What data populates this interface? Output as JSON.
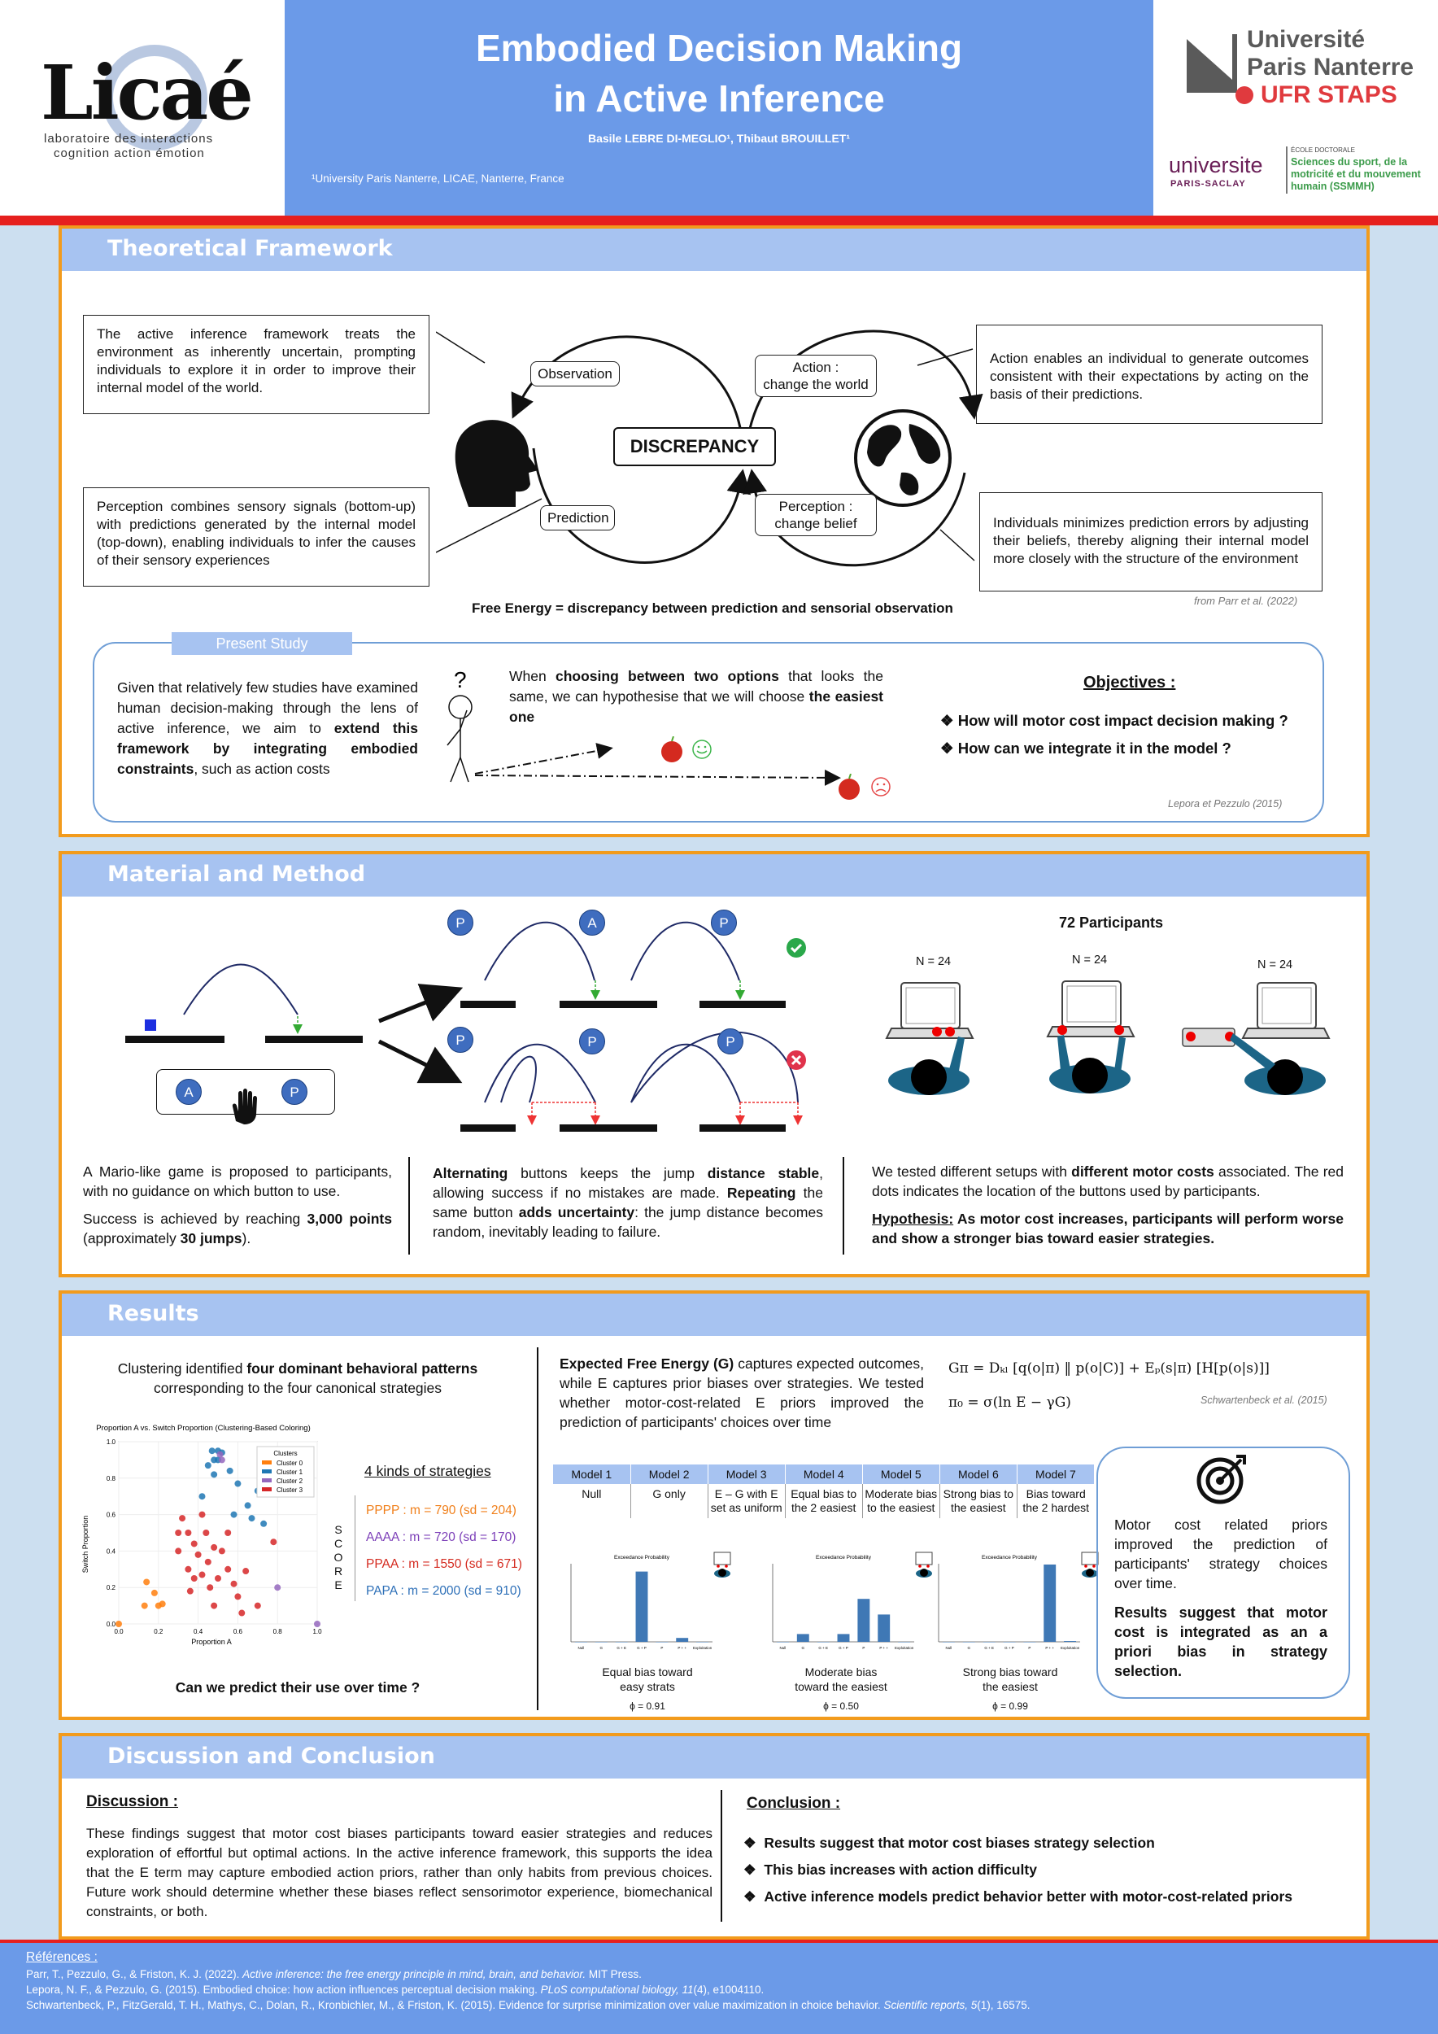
{
  "header": {
    "logo_left_text": "Licaé",
    "logo_left_sub1": "laboratoire des interactions",
    "logo_left_sub2": "cognition action émotion",
    "title_line1": "Embodied Decision Making",
    "title_line2": "in Active Inference",
    "authors": "Basile LEBRE DI-MEGLIO¹, Thibaut BROUILLET¹",
    "affiliation": "¹University Paris Nanterre, LICAE, Nanterre, France",
    "logo_right_line1": "Université",
    "logo_right_line2": "Paris Nanterre",
    "logo_right_line3": "UFR STAPS",
    "saclay_word": "universite",
    "saclay_sub": "PARIS-SACLAY",
    "ecole_head": "ÉCOLE DOCTORALE",
    "ecole_line1": "Sciences du sport, de la",
    "ecole_line2": "motricité et du mouvement",
    "ecole_line3": "humain (SSMMH)"
  },
  "theory": {
    "title": "Theoretical Framework",
    "box_tl": "The active inference framework treats the environment as inherently uncertain, prompting individuals to explore it in order to improve their internal model of the world.",
    "box_bl": "Perception combines sensory signals (bottom-up) with predictions generated by the internal model (top-down), enabling individuals to infer the causes of their sensory experiences",
    "box_tr": "Action enables an individual to generate outcomes consistent with their expectations by acting on the basis of their predictions.",
    "box_br": "Individuals minimizes prediction errors by adjusting their beliefs, thereby aligning their internal model more closely with the structure of the environment",
    "label_observation": "Observation",
    "label_prediction": "Prediction",
    "label_action_1": "Action :",
    "label_action_2": "change the world",
    "label_perception_1": "Perception :",
    "label_perception_2": "change belief",
    "discrepancy": "DISCREPANCY",
    "free_energy": "Free Energy = discrepancy between prediction and sensorial observation",
    "citation": "from Parr et al. (2022)",
    "present_study_tab": "Present Study",
    "study_text_a": "Given that relatively few studies have examined human decision-making through the lens of active inference, we aim to ",
    "study_text_b": "extend this framework by integrating embodied constraints",
    "study_text_c": ", such as action costs",
    "choice_a": "When ",
    "choice_b": "choosing between two options",
    "choice_c": " that looks the same, we can hypothesise that we will choose ",
    "choice_d": "the easiest one",
    "objectives_title": "Objectives :",
    "objective_1": "How will motor cost impact decision making ?",
    "objective_2": "How can we integrate it in the model ?",
    "citation2": "Lepora et Pezzulo (2015)"
  },
  "method": {
    "title": "Material and Method",
    "btn_a": "A",
    "btn_p": "P",
    "participants": "72 Participants",
    "n1": "N = 24",
    "n2": "N = 24",
    "n3": "N = 24",
    "text1_a": "A Mario-like game is proposed to participants, with no guidance on which button to use.",
    "text1_b": "Success is achieved by reaching ",
    "text1_c": "3,000 points",
    "text1_d": " (approximately ",
    "text1_e": "30 jumps",
    "text1_f": ").",
    "text2_a": "Alternating",
    "text2_b": " buttons keeps the jump ",
    "text2_c": "distance stable",
    "text2_d": ", allowing success if no mistakes are made. ",
    "text2_e": "Repeating",
    "text2_f": " the same button ",
    "text2_g": "adds uncertainty",
    "text2_h": ": the jump distance becomes random, inevitably leading to failure.",
    "text3_a": "We tested different setups with ",
    "text3_b": "different motor costs",
    "text3_c": " associated. The red dots indicates the location of the buttons used by participants.",
    "hyp_label": "Hypothesis:",
    "hyp_text": " As motor cost increases, participants will perform worse and show a stronger bias toward easier strategies."
  },
  "results": {
    "title": "Results",
    "cluster_a": "Clustering identified ",
    "cluster_b": "four dominant behavioral patterns",
    "cluster_c": " corresponding to the four canonical strategies",
    "scatter_title": "Proportion A vs. Switch Proportion (Clustering-Based Coloring)",
    "scatter_xlabel": "Proportion A",
    "scatter_ylabel": "Switch Proportion",
    "legend_title": "Clusters",
    "legend": [
      "Cluster 0",
      "Cluster 1",
      "Cluster 2",
      "Cluster 3"
    ],
    "x_ticks": [
      "0.0",
      "0.2",
      "0.4",
      "0.6",
      "0.8",
      "1.0"
    ],
    "y_ticks": [
      "0.0",
      "0.2",
      "0.4",
      "0.6",
      "0.8",
      "1.0"
    ],
    "kinds_title": "4 kinds of strategies",
    "score_letters": [
      "S",
      "C",
      "O",
      "R",
      "E"
    ],
    "strat1": "PPPP  : m = 790 (sd = 204)",
    "strat2": "AAAA : m = 720 (sd = 170)",
    "strat3": "PPAA : m = 1550 (sd = 671)",
    "strat4": "PAPA : m = 2000 (sd = 910)",
    "question": "Can we predict their use over time ?",
    "efe_a": "Expected Free Energy (G)",
    "efe_b": " captures expected outcomes, while E captures prior biases over strategies. We tested whether motor-cost-related E priors improved the prediction of participants' choices over time",
    "eq1": "Gπ = Dₖₗ [q(o|π) ‖ p(o|C)] + Eₚ(s|π) [H[p(o|s)]]",
    "eq2": "π₀ = σ(ln E − γG)",
    "eq_citation": "Schwartenbeck et al. (2015)",
    "models_head": [
      "Model 1",
      "Model 2",
      "Model 3",
      "Model 4",
      "Model 5",
      "Model 6",
      "Model 7"
    ],
    "models_desc": [
      "Null",
      "G only",
      "E – G with E set as uniform",
      "Equal bias to the 2 easiest",
      "Moderate bias to the easiest",
      "Strong bias to the easiest",
      "Bias toward the 2 hardest"
    ],
    "bar_title": "Exceedance Probability",
    "panel1_caption1": "Equal bias toward",
    "panel1_caption2": "easy strats",
    "panel1_phi": "ϕ = 0.91",
    "panel2_caption1": "Moderate bias",
    "panel2_caption2": "toward the easiest",
    "panel2_phi": "ϕ = 0.50",
    "panel3_caption1": "Strong bias toward",
    "panel3_caption2": "the easiest",
    "panel3_phi": "ϕ = 0.99",
    "side_text": "Motor cost related priors improved the prediction of participants' strategy choices over time.",
    "side_bold": "Results suggest that motor cost is integrated as an a priori bias in strategy selection."
  },
  "chart_data": [
    {
      "type": "scatter",
      "title": "Proportion A vs. Switch Proportion (Clustering-Based Coloring)",
      "xlabel": "Proportion A",
      "ylabel": "Switch Proportion",
      "xlim": [
        0,
        1
      ],
      "ylim": [
        0,
        1
      ],
      "series": [
        {
          "name": "Cluster 0",
          "color": "#ff7f0e",
          "points": [
            [
              0.0,
              0.0
            ],
            [
              0.13,
              0.1
            ],
            [
              0.14,
              0.23
            ],
            [
              0.2,
              0.1
            ],
            [
              0.22,
              0.11
            ],
            [
              0.18,
              0.17
            ]
          ]
        },
        {
          "name": "Cluster 1",
          "color": "#1f77b4",
          "points": [
            [
              0.47,
              0.95
            ],
            [
              0.5,
              0.95
            ],
            [
              0.52,
              0.94
            ],
            [
              0.48,
              0.9
            ],
            [
              0.5,
              0.9
            ],
            [
              0.45,
              0.87
            ],
            [
              0.48,
              0.82
            ],
            [
              0.56,
              0.84
            ],
            [
              0.6,
              0.77
            ],
            [
              0.65,
              0.65
            ],
            [
              0.7,
              0.73
            ],
            [
              0.67,
              0.58
            ],
            [
              0.58,
              0.6
            ],
            [
              0.73,
              0.55
            ],
            [
              0.42,
              0.7
            ]
          ]
        },
        {
          "name": "Cluster 2",
          "color": "#9467bd",
          "points": [
            [
              1.0,
              0.0
            ],
            [
              0.8,
              0.2
            ],
            [
              0.51,
              0.93
            ],
            [
              0.52,
              0.9
            ]
          ]
        },
        {
          "name": "Cluster 3",
          "color": "#d62728",
          "points": [
            [
              0.3,
              0.5
            ],
            [
              0.32,
              0.58
            ],
            [
              0.35,
              0.5
            ],
            [
              0.38,
              0.44
            ],
            [
              0.42,
              0.6
            ],
            [
              0.44,
              0.5
            ],
            [
              0.4,
              0.38
            ],
            [
              0.45,
              0.34
            ],
            [
              0.48,
              0.42
            ],
            [
              0.52,
              0.4
            ],
            [
              0.55,
              0.5
            ],
            [
              0.55,
              0.3
            ],
            [
              0.5,
              0.25
            ],
            [
              0.46,
              0.2
            ],
            [
              0.42,
              0.27
            ],
            [
              0.38,
              0.25
            ],
            [
              0.35,
              0.3
            ],
            [
              0.58,
              0.22
            ],
            [
              0.6,
              0.15
            ],
            [
              0.64,
              0.29
            ],
            [
              0.7,
              0.1
            ],
            [
              0.62,
              0.06
            ],
            [
              0.48,
              0.1
            ],
            [
              0.78,
              0.45
            ],
            [
              0.3,
              0.4
            ],
            [
              0.36,
              0.18
            ]
          ]
        }
      ]
    },
    {
      "type": "bar",
      "title": "Exceedance Probability",
      "categories": [
        "Null",
        "G",
        "G + E",
        "G + P",
        "P",
        "P + +",
        "Exploitation"
      ],
      "values": [
        0.0,
        0.0,
        0.0,
        0.9,
        0.0,
        0.05,
        0.0
      ],
      "ylim": [
        0,
        1
      ]
    },
    {
      "type": "bar",
      "title": "Exceedance Probability",
      "categories": [
        "Null",
        "G",
        "G + E",
        "G + P",
        "P",
        "P + +",
        "Exploitation"
      ],
      "values": [
        0.0,
        0.1,
        0.0,
        0.1,
        0.55,
        0.35,
        0.0
      ],
      "ylim": [
        0,
        1
      ]
    },
    {
      "type": "bar",
      "title": "Exceedance Probability",
      "categories": [
        "Null",
        "G",
        "G + E",
        "G + P",
        "P",
        "P + +",
        "Exploitation"
      ],
      "values": [
        0.0,
        0.0,
        0.0,
        0.0,
        0.0,
        0.99,
        0.01
      ],
      "ylim": [
        0,
        1
      ]
    }
  ],
  "discussion": {
    "title": "Discussion and Conclusion",
    "disc_title": "Discussion :",
    "disc_text": "These findings suggest that motor cost biases participants toward easier strategies and reduces exploration of effortful but optimal actions. In the active inference framework, this supports the idea that the E term may capture embodied action priors, rather than only habits from previous choices. Future work should determine whether these biases reflect sensorimotor experience, biomechanical constraints, or both.",
    "conc_title": "Conclusion :",
    "conc_1": "Results suggest that motor cost biases strategy selection",
    "conc_2": "This bias increases with action difficulty",
    "conc_3": "Active inference models predict behavior better with motor-cost-related priors"
  },
  "references": {
    "title": "Références :",
    "ref1_a": "Parr, T., Pezzulo, G., & Friston, K. J. (2022). ",
    "ref1_b": "Active inference: the free energy principle in mind, brain, and behavior.",
    "ref1_c": " MIT Press.",
    "ref2_a": "Lepora, N. F., & Pezzulo, G. (2015). Embodied choice: how action influences perceptual decision making. ",
    "ref2_b": "PLoS computational biology, 11",
    "ref2_c": "(4), e1004110.",
    "ref3_a": "Schwartenbeck, P., FitzGerald, T. H., Mathys, C., Dolan, R., Kronbichler, M., & Friston, K. (2015). Evidence for surprise minimization over value maximization in choice behavior. ",
    "ref3_b": "Scientific reports, 5",
    "ref3_c": "(1), 16575."
  }
}
